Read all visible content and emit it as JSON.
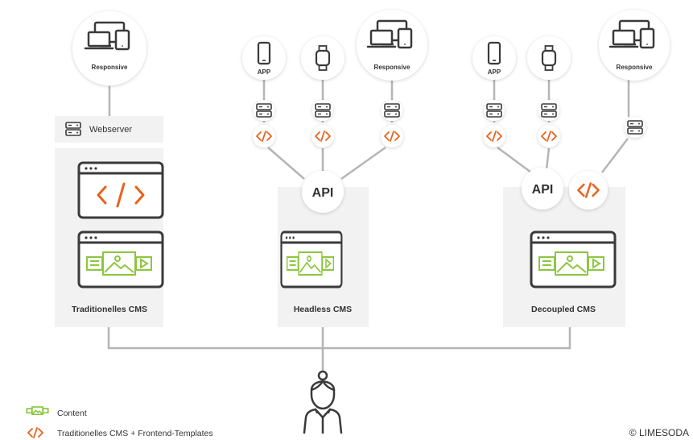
{
  "columns": {
    "traditional": {
      "title": "Traditionelles CMS",
      "webserver": "Webserver",
      "responsive": "Responsive"
    },
    "headless": {
      "title": "Headless CMS",
      "api": "API",
      "app": "APP",
      "responsive": "Responsive"
    },
    "decoupled": {
      "title": "Decoupled CMS",
      "api": "API",
      "app": "APP",
      "responsive": "Responsive"
    }
  },
  "legend": {
    "content": "Content",
    "templates": "Traditionelles CMS + Frontend-Templates"
  },
  "copyright": "© LIMESODA",
  "colors": {
    "orange": "#e8621c",
    "green": "#8cc63f",
    "dark": "#3a3a3a",
    "panel": "#f2f2f2",
    "line": "#b5b5b5"
  }
}
